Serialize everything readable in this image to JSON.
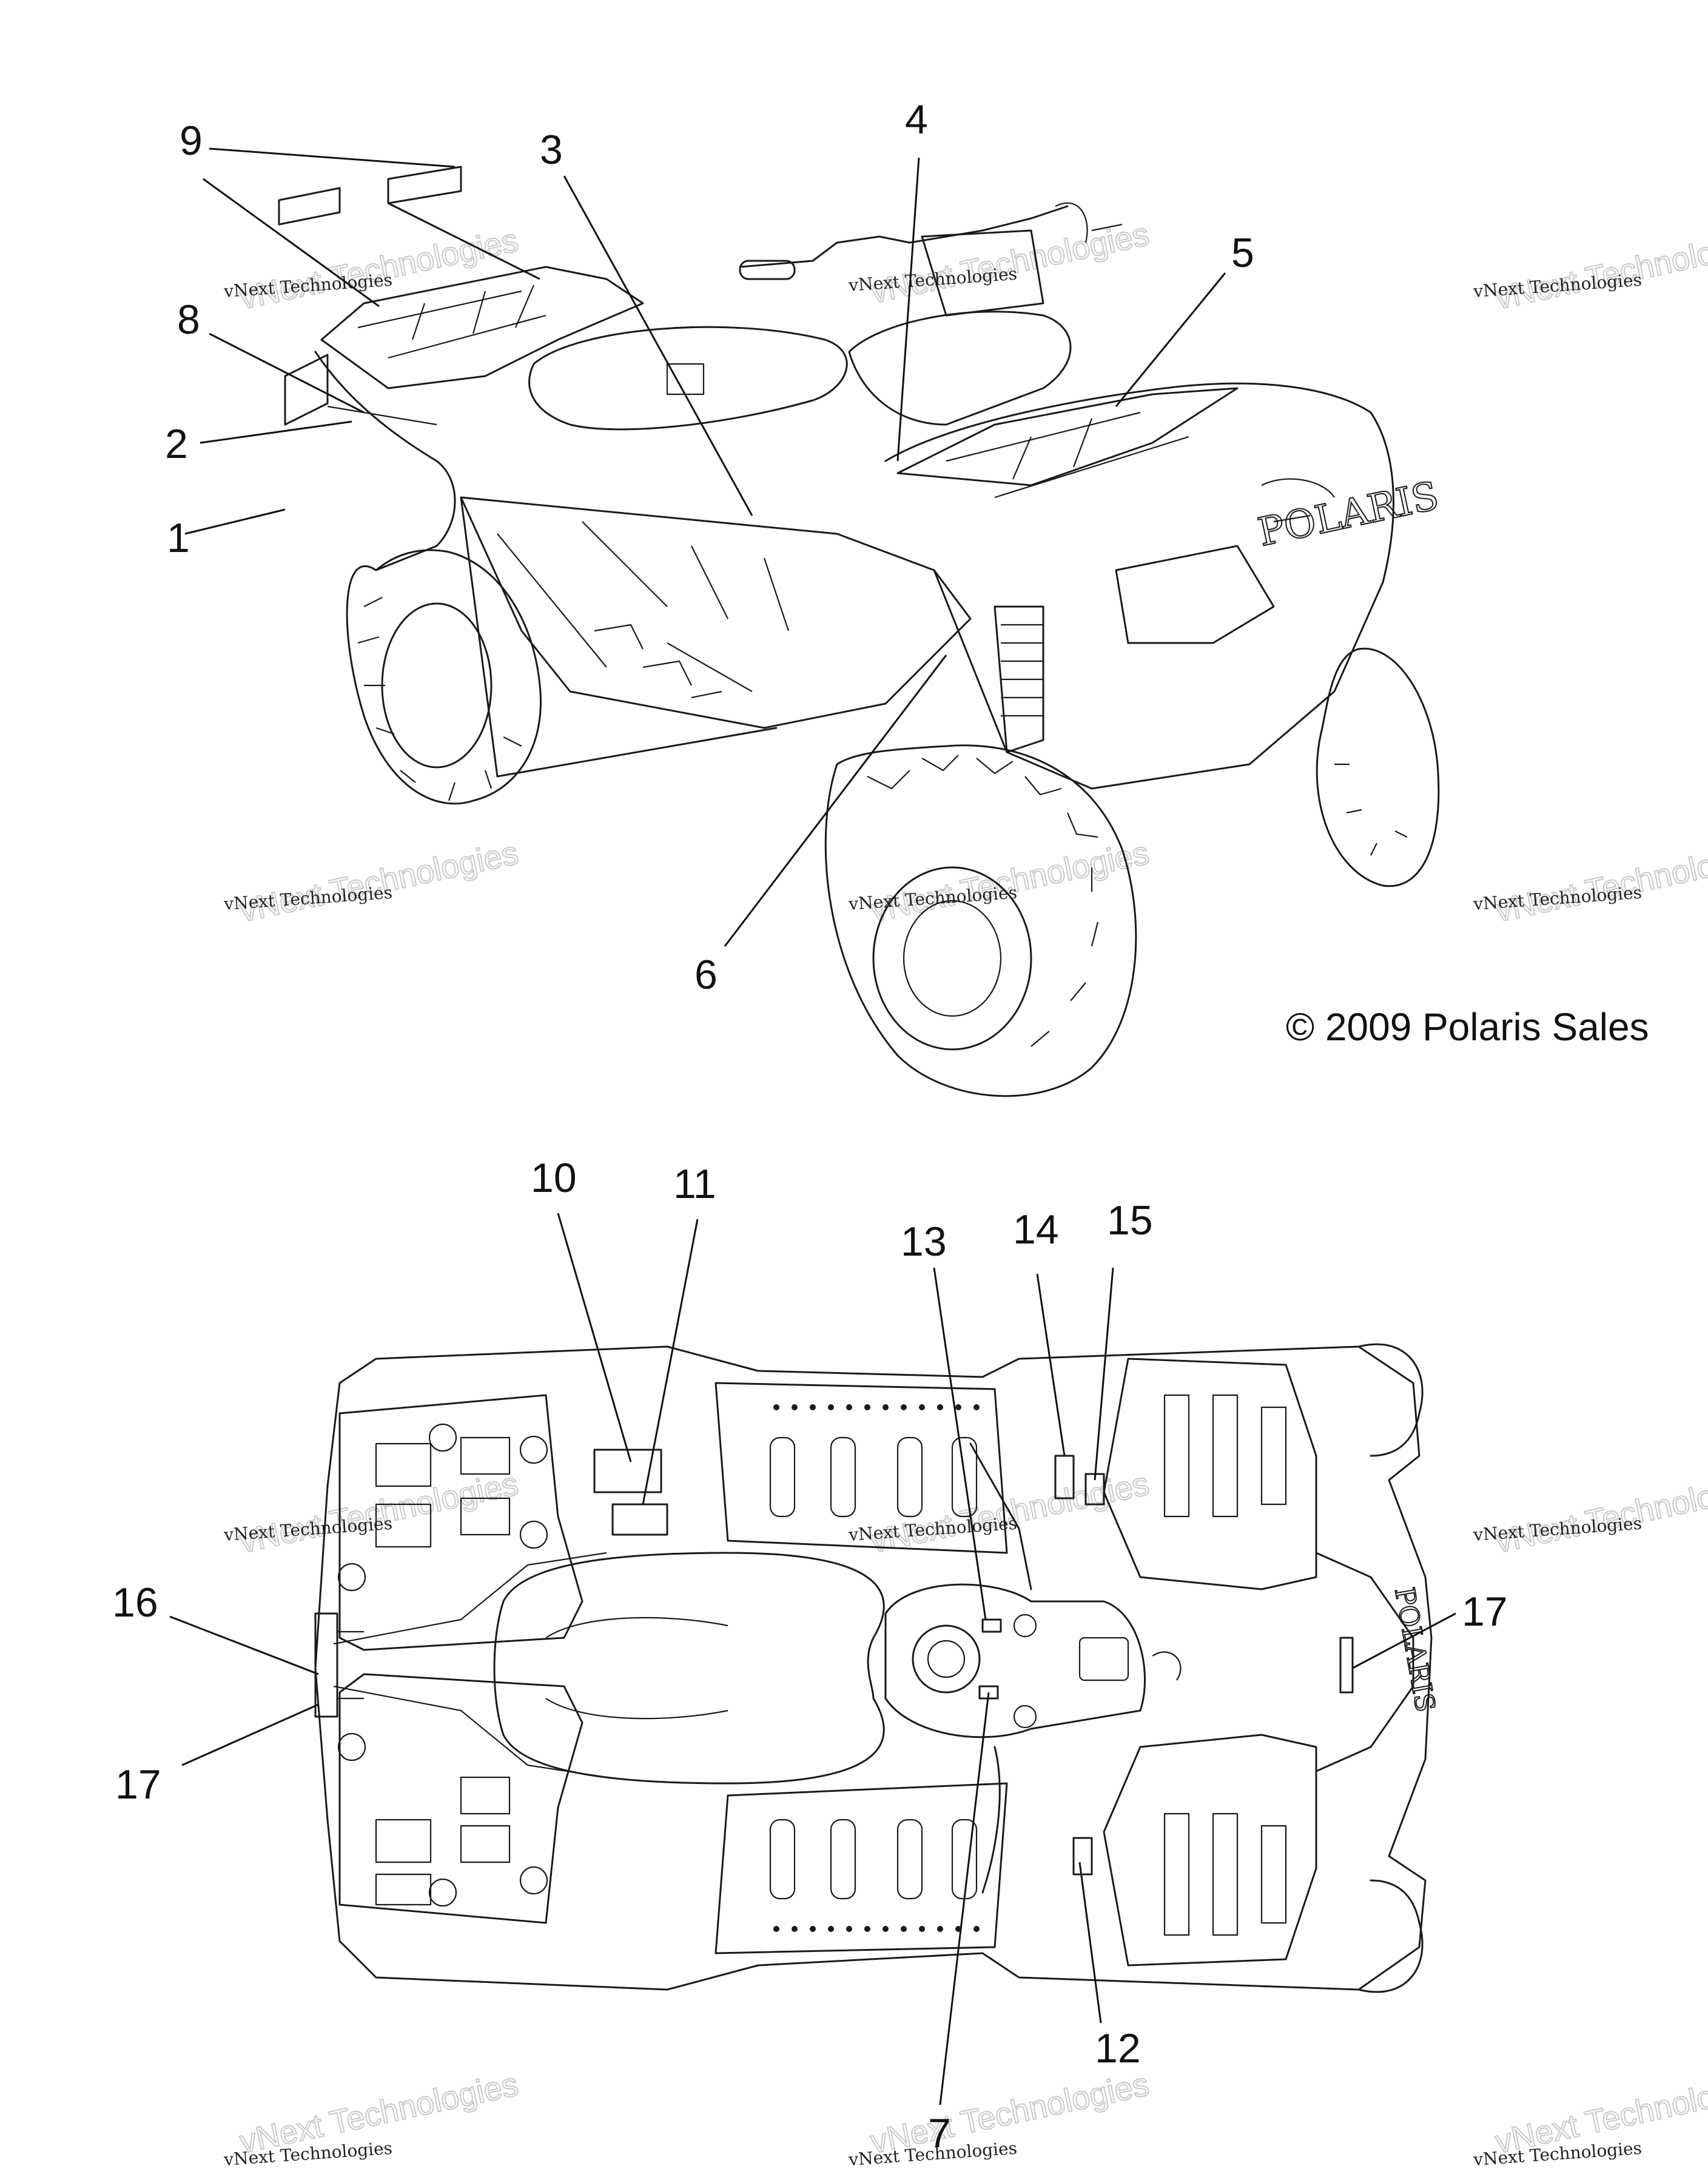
{
  "copyright": "© 2009 Polaris Sales",
  "watermark": {
    "line1": "vNext Technologies",
    "line2": "vNext Technologies"
  },
  "upper_view": {
    "callouts": [
      "1",
      "2",
      "3",
      "4",
      "5",
      "6",
      "8",
      "9"
    ]
  },
  "lower_view": {
    "callouts": [
      "7",
      "10",
      "11",
      "12",
      "13",
      "14",
      "15",
      "16",
      "17",
      "17"
    ]
  },
  "colors": {
    "line": "#1a1a1a",
    "watermark_outline": "#c9c9c9",
    "background": "#ffffff"
  }
}
